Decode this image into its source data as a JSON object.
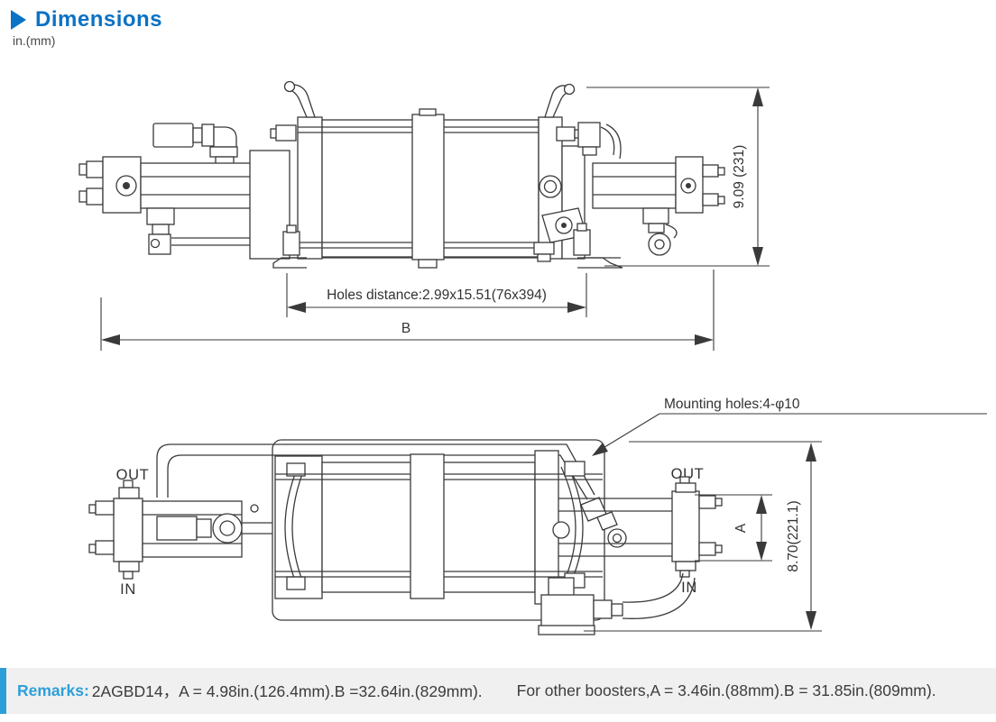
{
  "header": {
    "title": "Dimensions",
    "units": "in.(mm)"
  },
  "top_view": {
    "height_dim": "9.09 (231)",
    "holes_dim": "Holes distance:2.99x15.51(76x394)",
    "width_dim": "B"
  },
  "bottom_view": {
    "mounting_note": "Mounting holes:4-φ10",
    "left_out": "OUT",
    "left_in": "IN",
    "right_out": "OUT",
    "right_in": "IN",
    "a_dim": "A",
    "height_dim": "8.70(221.1)"
  },
  "remarks": {
    "label": "Remarks:",
    "model_note": "2AGBD14，A = 4.98in.(126.4mm).B =32.64in.(829mm).",
    "other_note": "For other boosters,A = 3.46in.(88mm).B = 31.85in.(809mm)."
  },
  "colors": {
    "accent_blue": "#0B72C4",
    "remarks_blue": "#2D9FD8",
    "line_gray": "#3A3A3A",
    "remarks_bg": "#F0F0F0"
  }
}
